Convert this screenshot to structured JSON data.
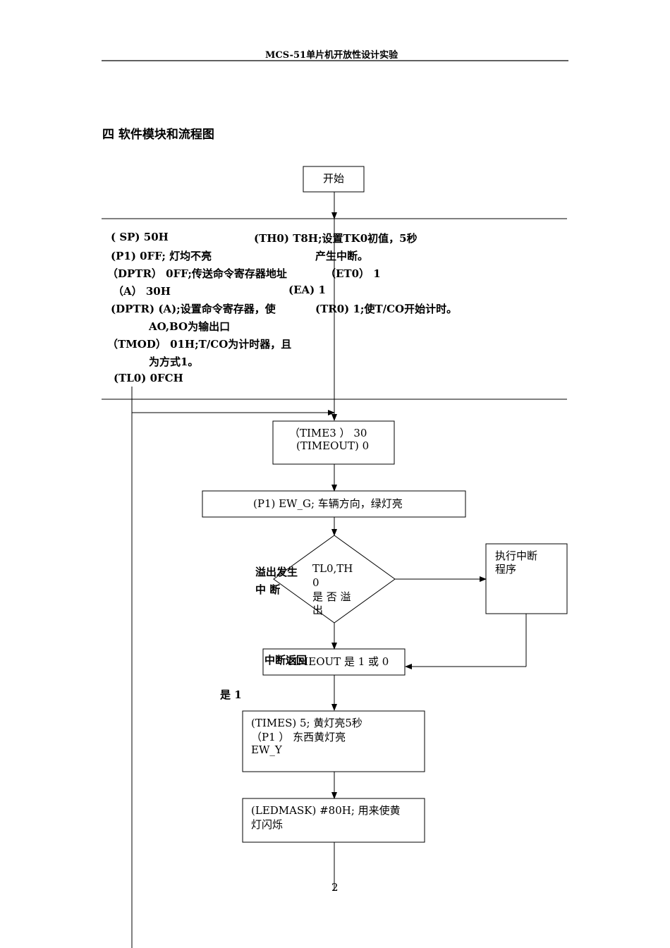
{
  "header": {
    "title": "MCS-51单片机开放性设计实验"
  },
  "section": {
    "title": "四 软件模块和流程图"
  },
  "flow": {
    "start": "开始",
    "init_left": [
      "( SP)        50H",
      "(P1)        0FF; 灯均不亮",
      "（DPTR）    0FF;传送命令寄存器地址",
      "  （A）              30H",
      "(DPTR)     (A);设置命令寄存器，使",
      "AO,BO为输出口",
      "（TMOD）    01H;T/CO为计时器，且",
      "为方式1。",
      "(TL0)       0FCH"
    ],
    "init_right": [
      "(TH0)       T8H;设置TK0初值，5秒",
      "产生中断。",
      "（ET0）       1",
      "(EA)          1",
      "(TR0)         1;使T/CO开始计时。"
    ],
    "set_time3_line1": "（TIME3 ）        30",
    "set_time3_line2": "(TIMEOUT)   0",
    "ew_green": "(P1)   EW_G; 车辆方向，绿灯亮",
    "diamond_line1": "TL0,TH",
    "diamond_line2": "0",
    "diamond_line3": "是 否 溢",
    "diamond_line4": "出",
    "overflow_label_1": "溢出发生",
    "overflow_label_2": "中    断",
    "interrupt_box_1": "执行中断",
    "interrupt_box_2": "程序",
    "timeout_check": "TIMEOUT  是 1 或 0",
    "interrupt_return": "中断返回",
    "yes_1": "是 1",
    "times_line1": "(TIMES)    5; 黄灯亮5秒",
    "times_line2": "（P1 ）        东西黄灯亮",
    "times_line3": "EW_Y",
    "ledmask_line1": "(LEDMASK)     #80H; 用来使黄",
    "ledmask_line2": "灯闪烁"
  },
  "footer": {
    "page_number": "2"
  }
}
